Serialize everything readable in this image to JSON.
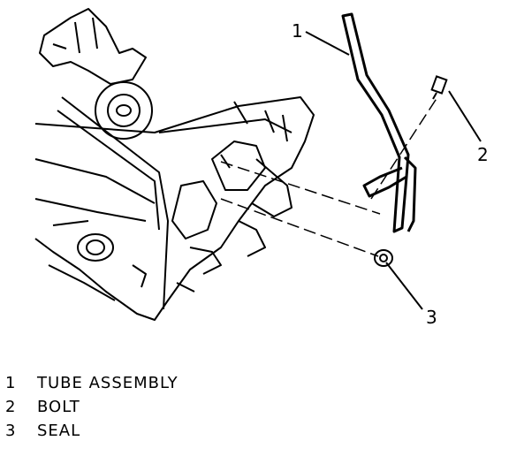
{
  "callouts": [
    "1",
    "2",
    "3"
  ],
  "legend": [
    {
      "num": "1",
      "label": "TUBE ASSEMBLY"
    },
    {
      "num": "2",
      "label": "BOLT"
    },
    {
      "num": "3",
      "label": "SEAL"
    }
  ]
}
